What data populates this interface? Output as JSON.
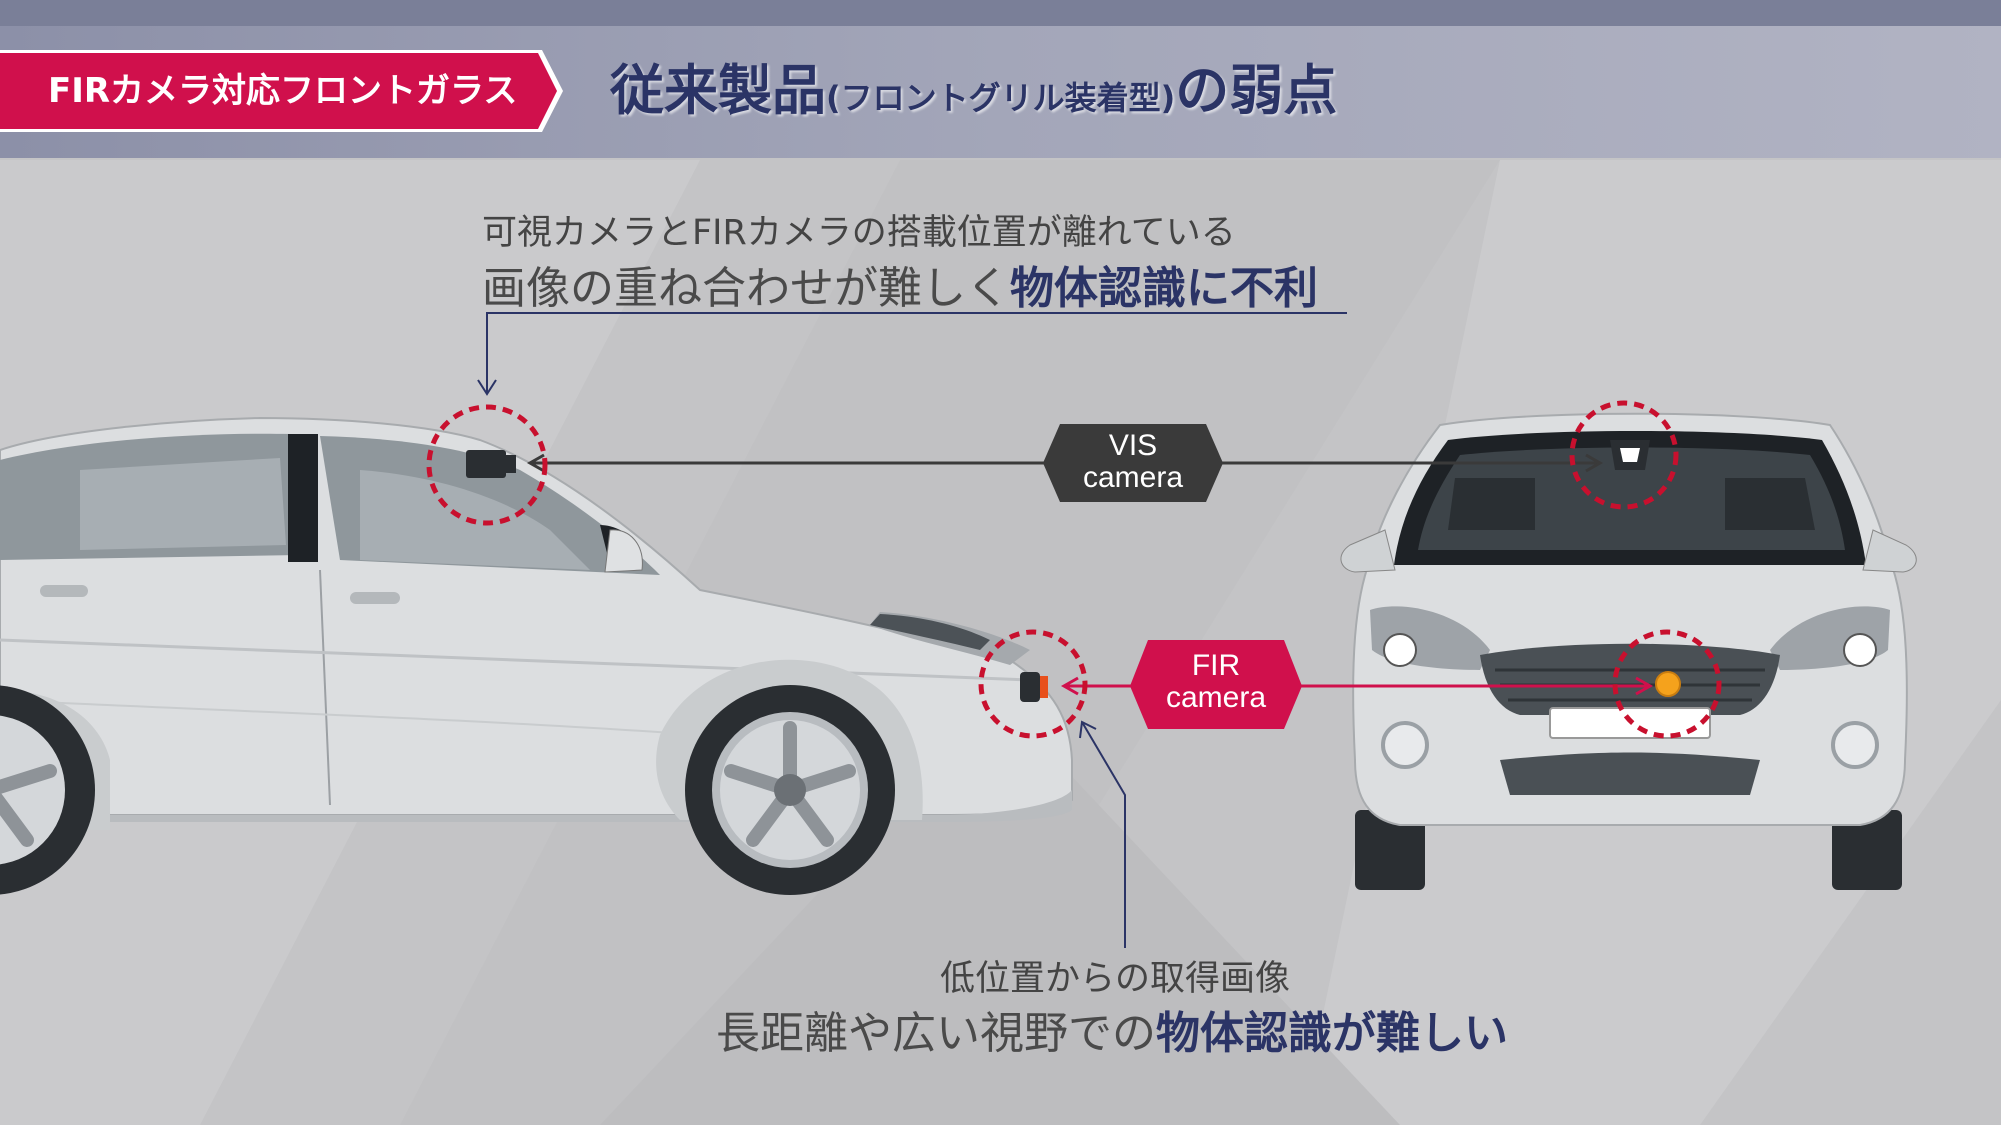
{
  "header": {
    "tag": "FIRカメラ対応フロントガラス",
    "title_main_1": "従来製品",
    "title_sub": "(フロントグリル装着型)",
    "title_main_2": "の弱点"
  },
  "top_note": {
    "line1": "可視カメラとFIRカメラの搭載位置が離れている",
    "line2_plain": "画像の重ね合わせが難しく",
    "line2_emphasis": "物体認識に不利"
  },
  "bottom_note": {
    "line1": "低位置からの取得画像",
    "line2_plain": "長距離や広い視野での",
    "line2_emphasis": "物体認識が難しい"
  },
  "labels": {
    "vis_line1": "VIS",
    "vis_line2": "camera",
    "fir_line1": "FIR",
    "fir_line2": "camera"
  },
  "colors": {
    "accent_red": "#d0104c",
    "navy": "#2b3466",
    "vis_label_bg": "#3a3a3a",
    "fir_camera_dot": "#f5a21c"
  }
}
